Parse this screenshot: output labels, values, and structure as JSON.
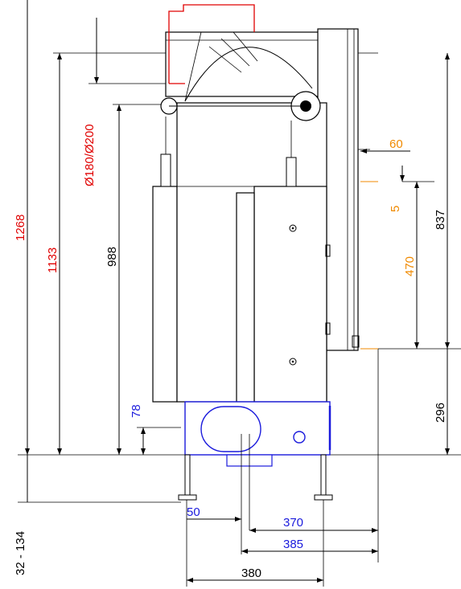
{
  "dimensions": {
    "total_height": "1268",
    "flue_height": "1133",
    "flue_diameter": "Ø180/Ø200",
    "door_height": "988",
    "inlet_height": "78",
    "inlet_offset": "50",
    "depth_370": "370",
    "depth_385": "385",
    "width_380": "380",
    "feet_range": "32 - 134",
    "gap_60": "60",
    "gap_5": "5",
    "glass_470": "470",
    "frame_837": "837",
    "base_296": "296"
  },
  "colors": {
    "red": "#e00000",
    "orange": "#f08a00",
    "blue": "#1a1adc",
    "line": "#000000"
  }
}
